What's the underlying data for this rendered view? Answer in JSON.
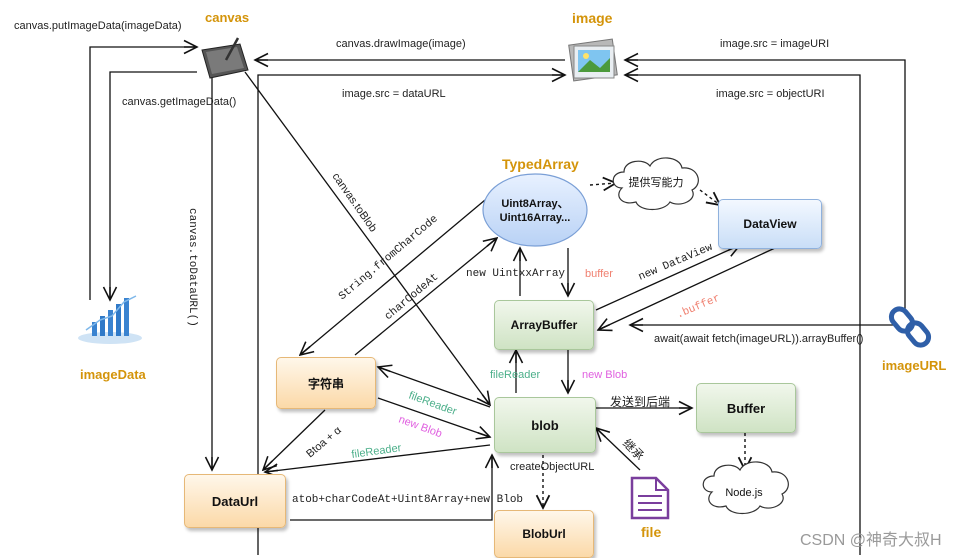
{
  "headings": {
    "canvas": "canvas",
    "image": "image",
    "imageData": "imageData",
    "imageURL": "imageURL",
    "typedArray": "TypedArray",
    "file": "file"
  },
  "nodes": {
    "typed_array": "Uint8Array、\nUint16Array...",
    "cloud_top": "提供写能力",
    "dataview": "DataView",
    "arraybuffer": "ArrayBuffer",
    "string": "字符串",
    "blob": "blob",
    "buffer": "Buffer",
    "nodejs": "Node.js",
    "dataurl": "DataUrl",
    "bloburl": "BlobUrl"
  },
  "edges": {
    "put_image_data": "canvas.putImageData(imageData)",
    "get_image_data": "canvas.getImageData()",
    "draw_image": "canvas.drawImage(image)",
    "src_datauri": "image.src = dataURL",
    "src_imageuri": "image.src = imageURI",
    "src_objecturi": "image.src = objectURI",
    "to_data_url": "canvas.toDataURL()",
    "to_blob": "canvas.toBlob",
    "from_char_code": "String.fromCharCode",
    "char_code_at": "charCodeAt",
    "new_uintxx": "new UintxxArray",
    "buffer1": "buffer",
    "buffer2": ".buffer",
    "new_dataview": "new DataView",
    "await_fetch": "await(await fetch(imageURL)).arrayBuffer()",
    "file_reader1": "fileReader",
    "new_blob1": "new Blob",
    "file_reader2": "fileReader",
    "new_blob2": "new Blob",
    "file_reader3": "fileReader",
    "btoa": "Btoa + α",
    "send_backend": "发送到后端",
    "inherit": "继承",
    "create_object_url": "createObjectURL",
    "atob": "atob+charCodeAt+Uint8Array+new Blob"
  },
  "watermark": "CSDN @神奇大叔H",
  "colors": {
    "heading": "#d4940a",
    "green_label": "#4caf8a",
    "pink_label": "#e060e0",
    "salmon_label": "#f08070",
    "file_icon": "#7a3e9d"
  }
}
